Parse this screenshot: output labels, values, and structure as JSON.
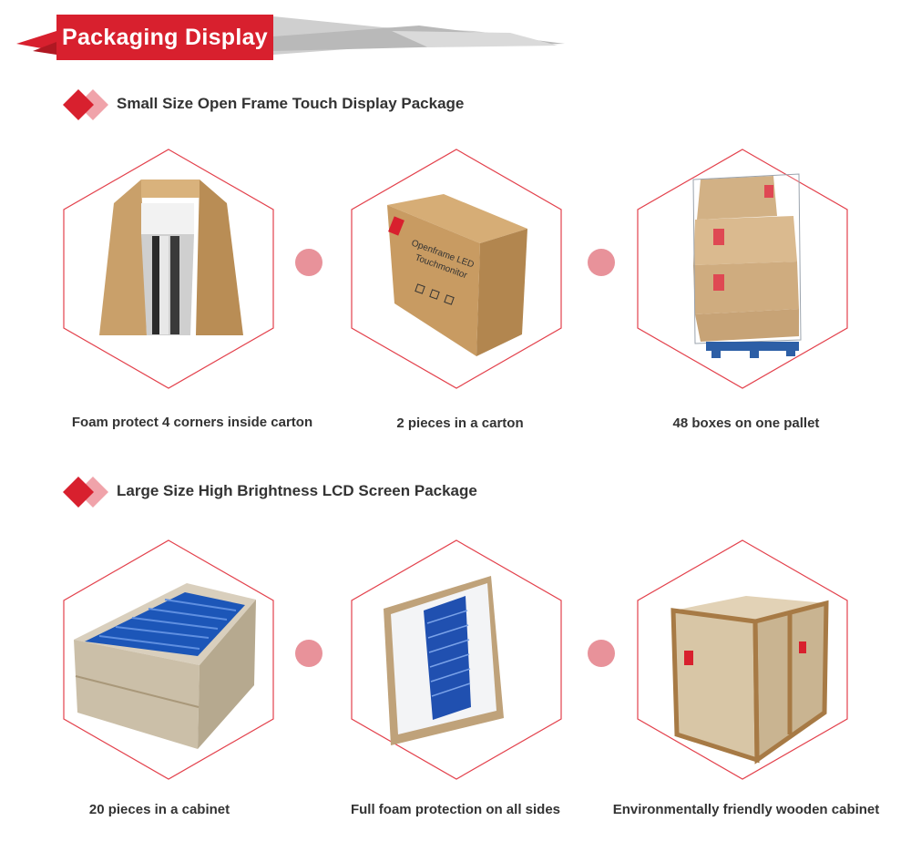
{
  "banner": {
    "title": "Packaging Display"
  },
  "sections": [
    {
      "title": "Small Size Open Frame Touch Display Package",
      "items": [
        {
          "caption": "Foam protect 4 corners inside carton",
          "image": "open-carton-with-foam-image"
        },
        {
          "caption": "2 pieces in a carton",
          "image": "sealed-carton-image",
          "box_text": "Openframe LED Touchmonitor"
        },
        {
          "caption": "48 boxes on one pallet",
          "image": "pallet-of-boxes-image"
        }
      ]
    },
    {
      "title": "Large Size High Brightness LCD Screen Package",
      "items": [
        {
          "caption": "20 pieces in a cabinet",
          "image": "open-cabinet-blue-panels-image"
        },
        {
          "caption": "Full foam protection on all sides",
          "image": "foam-protected-panels-image"
        },
        {
          "caption": "Environmentally friendly wooden cabinet",
          "image": "wooden-cabinet-image"
        }
      ]
    }
  ],
  "colors": {
    "accent": "#d8202e",
    "accent_light": "#f0a3aa",
    "dot": "#e8929a",
    "text": "#333333"
  }
}
